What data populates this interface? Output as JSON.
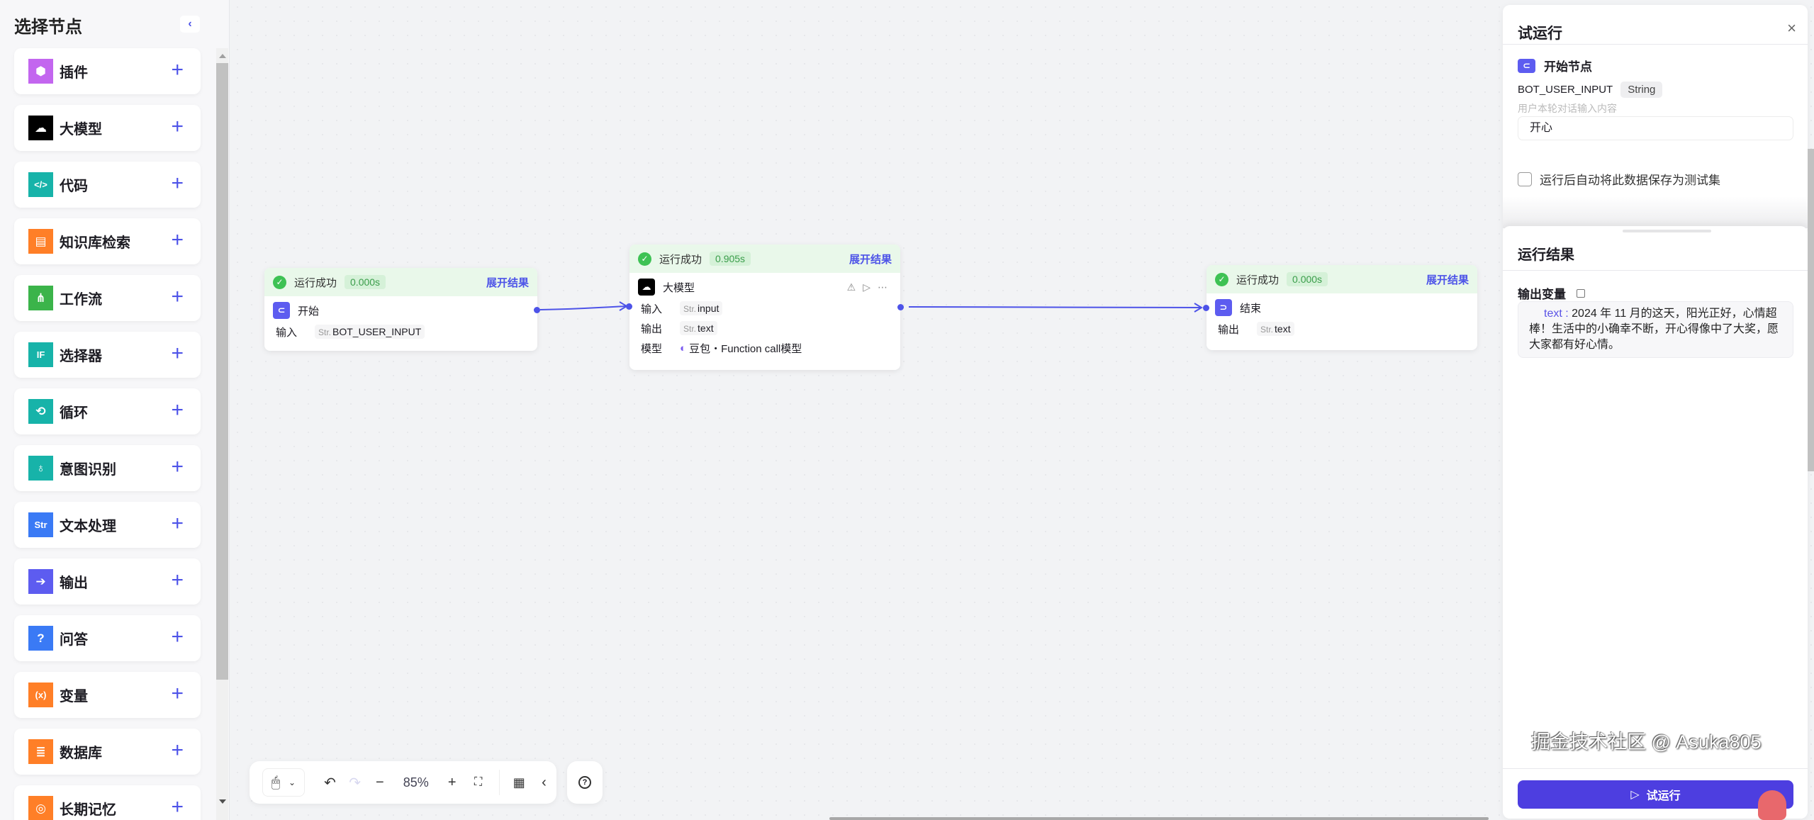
{
  "sidebar": {
    "title": "选择节点",
    "collapse_icon": "chevron-left-icon",
    "items": [
      {
        "label": "插件",
        "icon": "plugin-cube-icon",
        "color": "#c366ef"
      },
      {
        "label": "大模型",
        "icon": "llm-ghost-icon",
        "color": "#000000"
      },
      {
        "label": "代码",
        "icon": "code-icon",
        "color": "#17b3a9"
      },
      {
        "label": "知识库检索",
        "icon": "knowledge-search-icon",
        "color": "#ff7f27"
      },
      {
        "label": "工作流",
        "icon": "workflow-icon",
        "color": "#3bb44a"
      },
      {
        "label": "选择器",
        "icon": "condition-if-icon",
        "color": "#17b3a9"
      },
      {
        "label": "循环",
        "icon": "loop-icon",
        "color": "#17b3a9"
      },
      {
        "label": "意图识别",
        "icon": "intent-bulb-icon",
        "color": "#17b3a9"
      },
      {
        "label": "文本处理",
        "icon": "text-process-icon",
        "color": "#3a7af5"
      },
      {
        "label": "输出",
        "icon": "output-icon",
        "color": "#5d5cf0"
      },
      {
        "label": "问答",
        "icon": "question-icon",
        "color": "#3a7af5"
      },
      {
        "label": "变量",
        "icon": "variable-icon",
        "color": "#ff7f27"
      },
      {
        "label": "数据库",
        "icon": "database-icon",
        "color": "#ff7f27"
      },
      {
        "label": "长期记忆",
        "icon": "memory-icon",
        "color": "#ff7f27"
      }
    ]
  },
  "nodes": {
    "start": {
      "status": "运行成功",
      "time": "0.000s",
      "expand": "展开结果",
      "name": "开始",
      "rows": [
        {
          "key": "输入",
          "type": "Str.",
          "value": "BOT_USER_INPUT"
        }
      ]
    },
    "llm": {
      "status": "运行成功",
      "time": "0.905s",
      "expand": "展开结果",
      "name": "大模型",
      "rows": [
        {
          "key": "输入",
          "type": "Str.",
          "value": "input"
        },
        {
          "key": "输出",
          "type": "Str.",
          "value": "text"
        }
      ],
      "model_key": "模型",
      "model_value": "豆包・Function call模型"
    },
    "end": {
      "status": "运行成功",
      "time": "0.000s",
      "expand": "展开结果",
      "name": "结束",
      "rows": [
        {
          "key": "输出",
          "type": "Str.",
          "value": "text"
        }
      ]
    }
  },
  "toolbar": {
    "zoom": "85%"
  },
  "test_panel": {
    "title": "试运行",
    "start_node_label": "开始节点",
    "var_name": "BOT_USER_INPUT",
    "var_type": "String",
    "var_hint": "用户本轮对话输入内容",
    "input_value": "开心",
    "save_checkbox_label": "运行后自动将此数据保存为测试集",
    "save_checked": false,
    "result_title": "运行结果",
    "output_label": "输出变量",
    "output_key": "text :",
    "output_value": "2024 年 11 月的这天，阳光正好，心情超棒！生活中的小确幸不断，开心得像中了大奖，愿大家都有好心情。",
    "run_button": "试运行"
  },
  "watermark": "掘金技术社区 @ Asuka805",
  "colors": {
    "accent": "#4d53e8",
    "run_button": "#4d3ee0",
    "success": "#3ec254",
    "success_bg": "#e9f8ea"
  }
}
